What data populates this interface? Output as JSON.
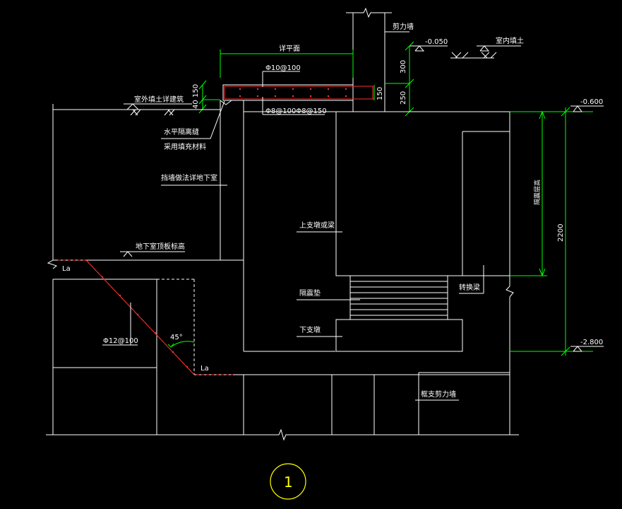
{
  "colors": {
    "background": "#000000",
    "line": "#ffffff",
    "dimension": "#00ff00",
    "rebar": "#ff3030",
    "marker": "#ffff00"
  },
  "labels": {
    "shear_wall": "剪力墙",
    "level_upper": "-0.050",
    "indoor_fill": "室内填土",
    "detail_plan": "详平面",
    "rebar_top": "Φ10@100",
    "rebar_bottom": "Φ8@100Φ8@150",
    "outdoor_fill": "室外填土详建筑",
    "horizontal_joint": "水平隔离缝",
    "joint_fill": "采用填充材料",
    "retaining_wall": "挡墙做法详地下室",
    "roof_elevation": "地下室顶板标高",
    "upper_beam": "上支墩或梁",
    "isolator_pad": "隔震垫",
    "lower_pier": "下支墩",
    "transfer_beam": "转换梁",
    "diag_rebar": "Φ12@100",
    "angle": "45°",
    "anchor_a": "La",
    "anchor_b": "La",
    "frame_shear_wall": "框支剪力墙",
    "level_right_top": "-0.600",
    "level_right_bottom": "-2.800",
    "isolation_layer": "隔震层高",
    "detail_number": "1"
  },
  "dimensions": {
    "d300": "300",
    "d250": "250",
    "d150": "150",
    "d40": "40",
    "d150b": "150",
    "d2200": "2200"
  }
}
